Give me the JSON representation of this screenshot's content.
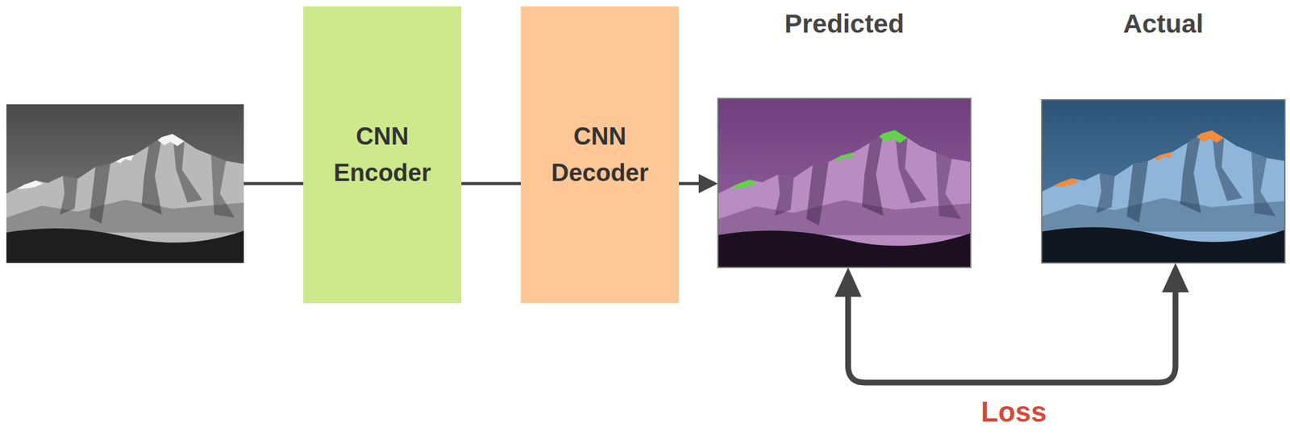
{
  "diagram": {
    "nodes": [
      {
        "text": [
          "CNN Encoder"
        ]
      },
      {
        "text": [
          "CNN Decoder"
        ]
      },
      {
        "text": [
          "Predicted"
        ]
      },
      {
        "text": [
          "Actual"
        ]
      }
    ],
    "edges": [
      {
        "from": 0,
        "to": 1,
        "arrow": "none"
      },
      {
        "from": 1,
        "to": 2,
        "arrow": "to"
      },
      {
        "from": 2,
        "to": 3,
        "label": "Loss",
        "arrow": "both"
      }
    ]
  }
}
